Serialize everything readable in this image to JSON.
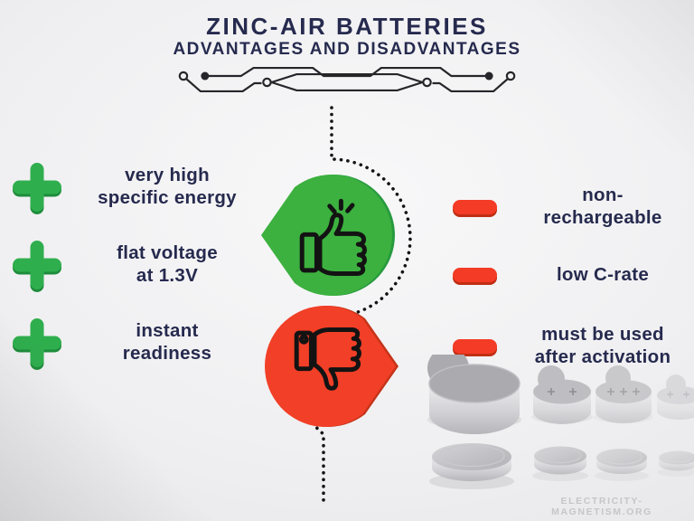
{
  "header": {
    "title": "ZINC-AIR BATTERIES",
    "subtitle": "ADVANTAGES AND DISADVANTAGES"
  },
  "advantages": {
    "icon": "plus-icon",
    "items": [
      {
        "label": "very high\nspecific energy"
      },
      {
        "label": "flat voltage\nat 1.3V"
      },
      {
        "label": "instant\nreadiness"
      }
    ]
  },
  "disadvantages": {
    "icon": "minus-icon",
    "items": [
      {
        "label": "non-\nrechargeable"
      },
      {
        "label": "low C-rate"
      },
      {
        "label": "must be used\nafter activation"
      }
    ]
  },
  "center": {
    "pros_icon": "thumbs-up-icon",
    "cons_icon": "thumbs-down-icon"
  },
  "footer": {
    "watermark": "ELECTRICITY-MAGNETISM.ORG"
  },
  "colors": {
    "accent_green": "#2fae4e",
    "accent_green_dark": "#1e8c3c",
    "accent_red": "#f43b25",
    "accent_red_dark": "#c02e14",
    "title_navy": "#262a4e",
    "background_gray": "#efeff1",
    "watermark_gray": "#c6c6ca"
  }
}
